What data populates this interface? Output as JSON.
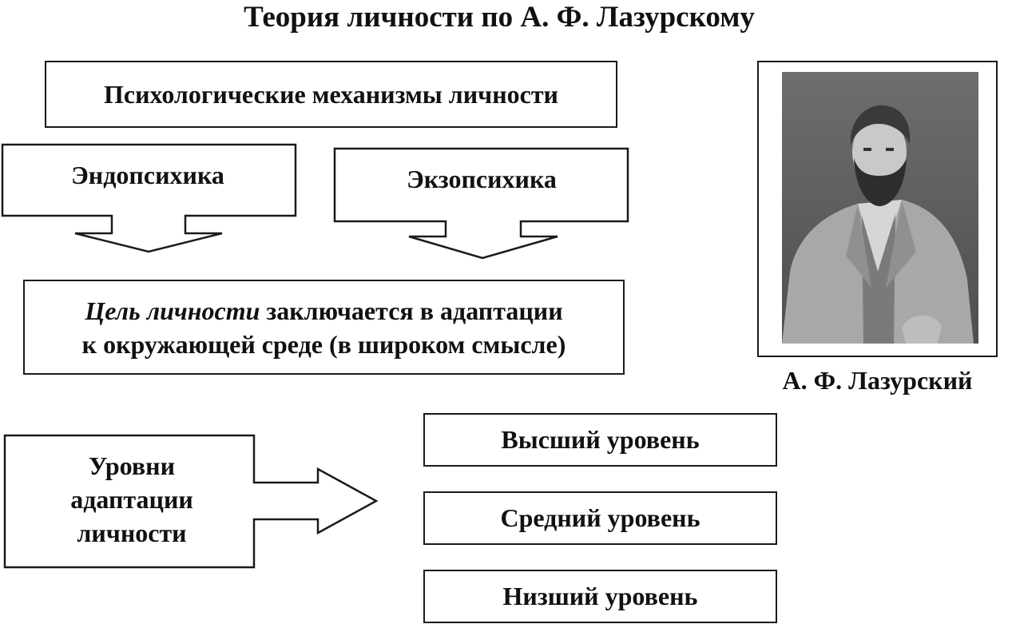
{
  "title": "Теория личности по А. Ф. Лазурскому",
  "mechanisms": "Психологические механизмы личности",
  "endopsychics": "Эндопсихика",
  "exopsychics": "Экзопсихика",
  "goal": {
    "italic": "Цель личности",
    "rest_line1": " заключается в адаптации",
    "line2": "к окружающей среде (в широком смысле)"
  },
  "adaptation": {
    "line1": "Уровни",
    "line2": "адаптации",
    "line3": "личности"
  },
  "levels": [
    "Высший уровень",
    "Средний уровень",
    "Низший уровень"
  ],
  "portrait": {
    "caption": "А. Ф. Лазурский",
    "icon": "portrait-photo-icon"
  }
}
